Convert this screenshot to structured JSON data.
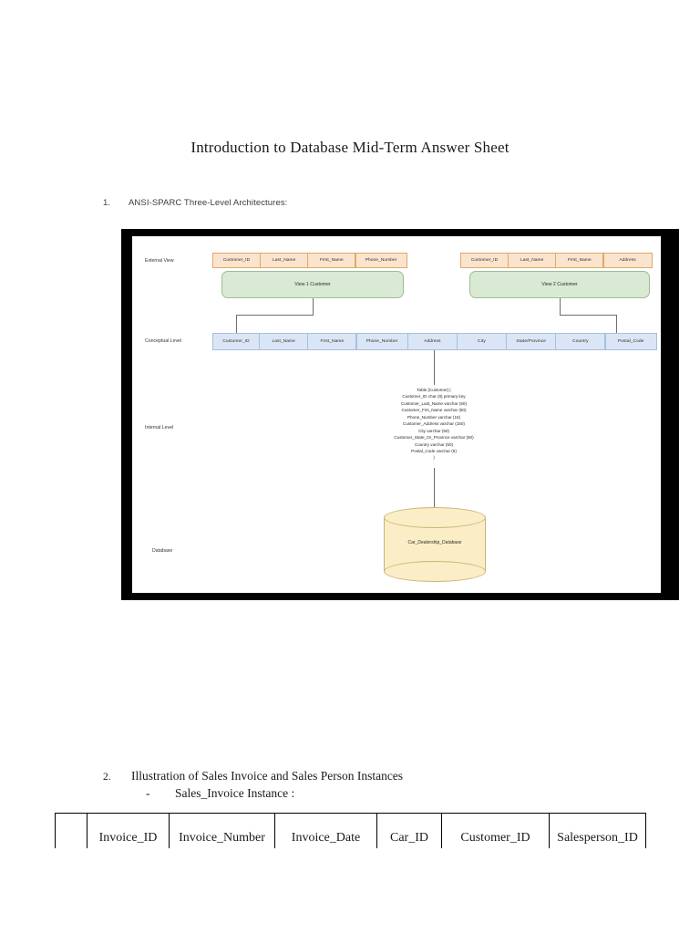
{
  "document": {
    "title": "Introduction to Database Mid-Term Answer Sheet"
  },
  "section_one": {
    "number": "1.",
    "text": "ANSI-SPARC Three-Level Architectures:"
  },
  "diagram": {
    "labels": {
      "external_view": "External View",
      "conceptual_level": "Conceptual Level",
      "internal_level": "Internal Level",
      "database": "Database"
    },
    "external_views": [
      {
        "name": "View 1 Customer",
        "attributes": [
          "Customer_ID",
          "Last_Name",
          "First_Name",
          "Phone_Number"
        ]
      },
      {
        "name": "View 2 Customer",
        "attributes": [
          "Customer_ID",
          "Last_Name",
          "First_Name",
          "Address"
        ]
      }
    ],
    "conceptual_attributes": [
      "Customer_ID",
      "Last_Name",
      "First_Name",
      "Phone_Number",
      "Address",
      "City",
      "State/Province",
      "Country",
      "Postal_Code"
    ],
    "internal_schema": [
      "Table [Customer] (",
      "Customer_ID char (8) primary key",
      "Customer_Last_Name varchar (50)",
      "Customer_Firs_Name varchar (50)",
      "Phone_Number varchar (15)",
      "Customer_Address varchar (150)",
      "City varchar (50)",
      "Customer_State_Or_Province varchar (50)",
      "Country varchar (50)",
      "Postal_Code varchar (5)",
      ")"
    ],
    "database_name": "Car_Dealership_Database",
    "colors": {
      "external_fill": "#fbe4cd",
      "external_border": "#e0a86a",
      "view_fill": "#d9e9d3",
      "view_border": "#9cbf92",
      "conceptual_fill": "#dae5f6",
      "conceptual_border": "#a8bfdf",
      "database_fill": "#fbeec6",
      "database_border": "#c9b477",
      "frame": "#000000",
      "connector": "#6d6d6d"
    }
  },
  "section_two": {
    "number": "2.",
    "text": "Illustration of Sales Invoice and Sales Person Instances",
    "sub_dash": "-",
    "sub_text": "Sales_Invoice Instance :"
  },
  "invoice_table": {
    "headers": [
      "",
      "Invoice_ID",
      "Invoice_Number",
      "Invoice_Date",
      "Car_ID",
      "Customer_ID",
      "Salesperson_ID"
    ]
  }
}
